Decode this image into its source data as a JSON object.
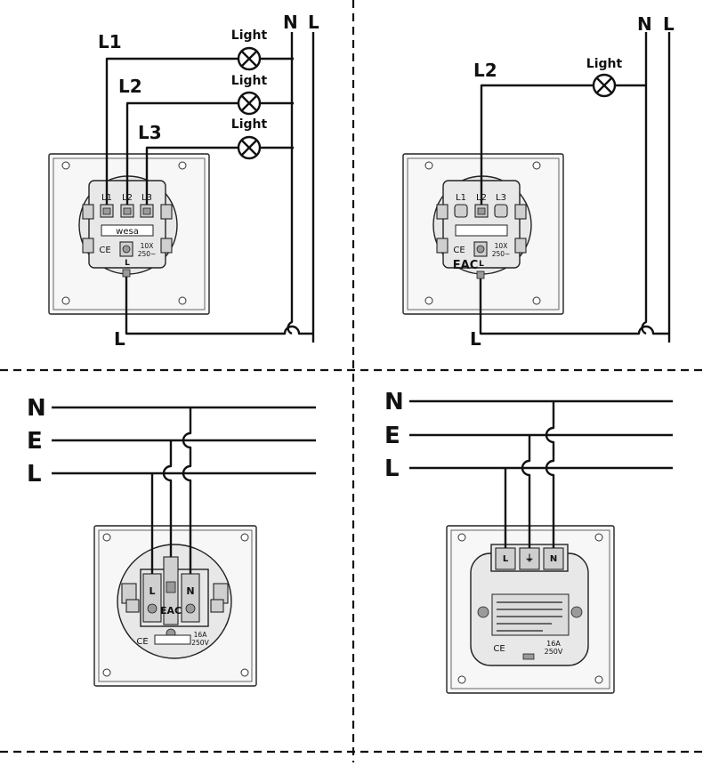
{
  "panel_tl": {
    "N": "N",
    "L": "L",
    "wire_labels": [
      "L1",
      "L2",
      "L3"
    ],
    "lamp_label": "Light",
    "terminal_labels": [
      "L1",
      "L2",
      "L3"
    ],
    "brand": "wesa",
    "ce": "CE",
    "rating_top": "10X",
    "rating_bottom": "250~",
    "bottom_term": "L",
    "bottom_wire": "L"
  },
  "panel_tr": {
    "N": "N",
    "L": "L",
    "wire_label": "L2",
    "lamp_label": "Light",
    "terminal_labels": [
      "L1",
      "L2",
      "L3"
    ],
    "ce": "CE",
    "eac": "EAC",
    "rating_top": "10X",
    "rating_bottom": "250~",
    "bottom_term": "L",
    "bottom_wire": "L"
  },
  "panel_bl": {
    "bus": [
      "N",
      "E",
      "L"
    ],
    "term_L": "L",
    "term_N": "N",
    "eac": "EAC",
    "ce": "CE",
    "rating_top": "16A",
    "rating_bottom": "250V"
  },
  "panel_br": {
    "bus": [
      "N",
      "E",
      "L"
    ],
    "terms": [
      "L",
      "⏚",
      "N"
    ],
    "ce": "CE",
    "rating_top": "16A",
    "rating_bottom": "250V"
  }
}
